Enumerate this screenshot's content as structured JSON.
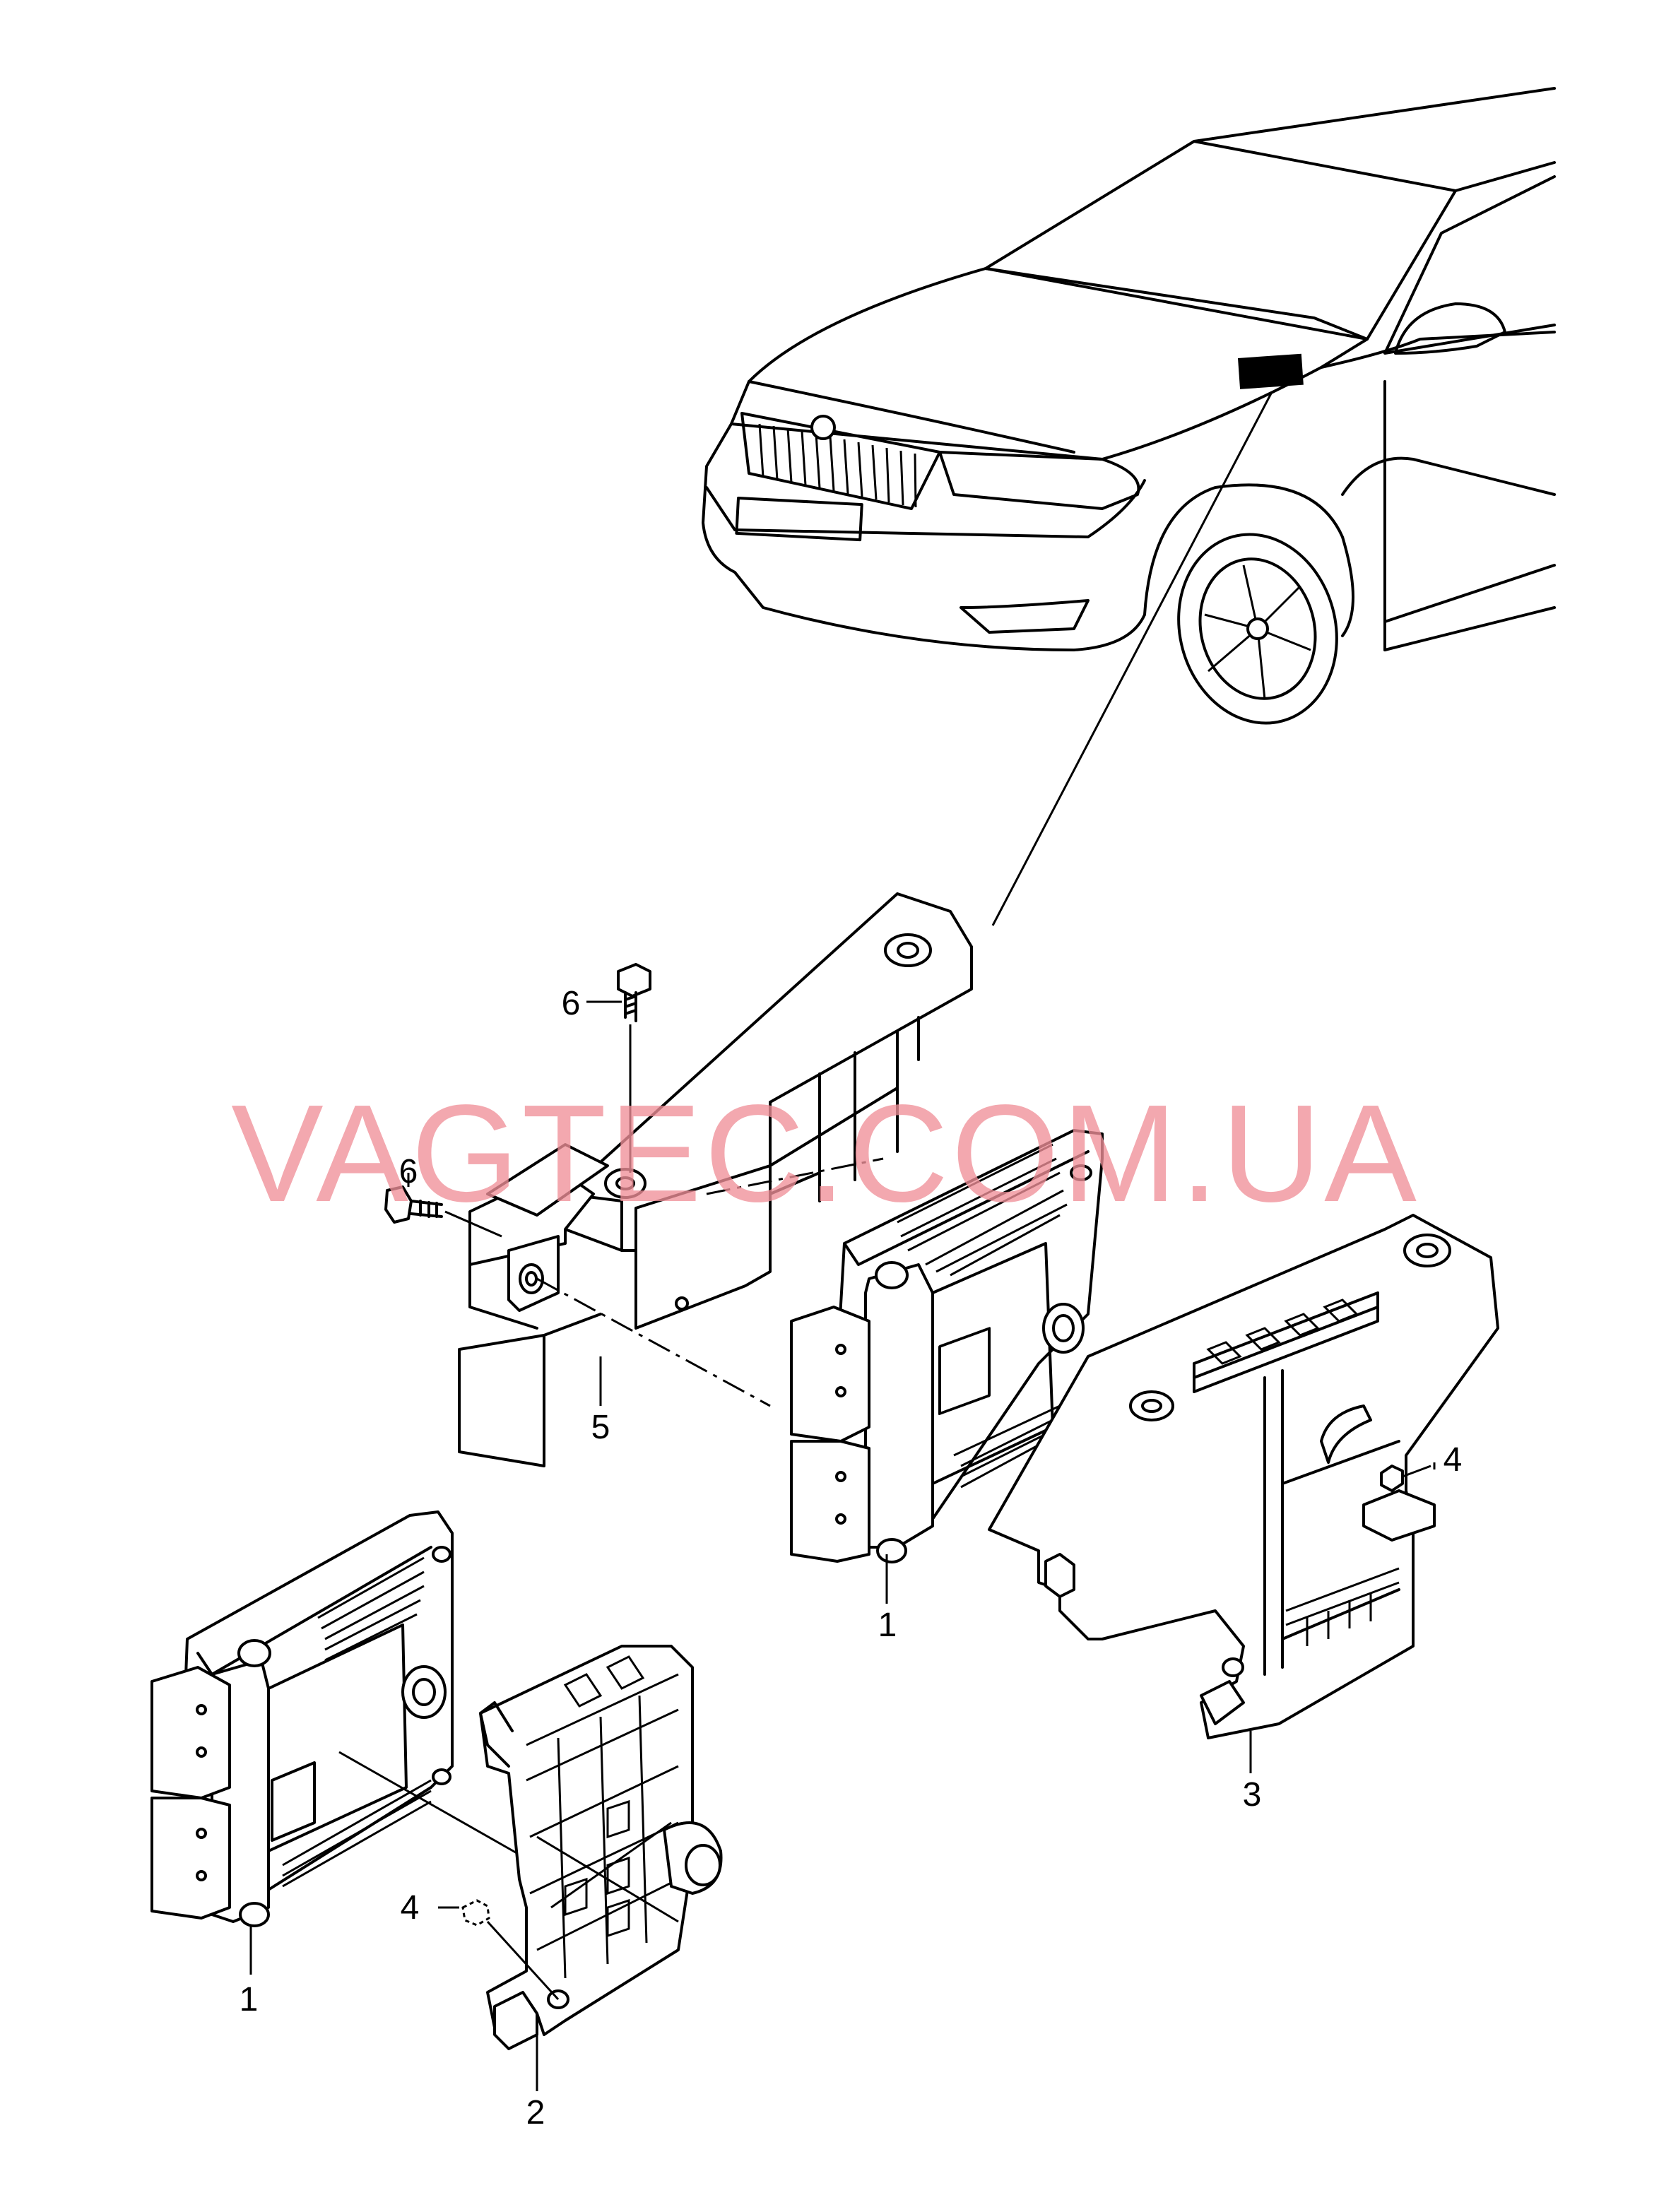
{
  "watermark": "VAGTEC.COM.UA",
  "callouts": {
    "one_main": "1",
    "one_alt": "1",
    "two": "2",
    "three": "3",
    "four_main": "4",
    "four_alt": "4",
    "five": "5",
    "six_top": "6",
    "six_side": "6"
  },
  "colors": {
    "line": "#000000",
    "background": "#ffffff",
    "watermark": "#f08f98",
    "location_marker": "#000000"
  }
}
